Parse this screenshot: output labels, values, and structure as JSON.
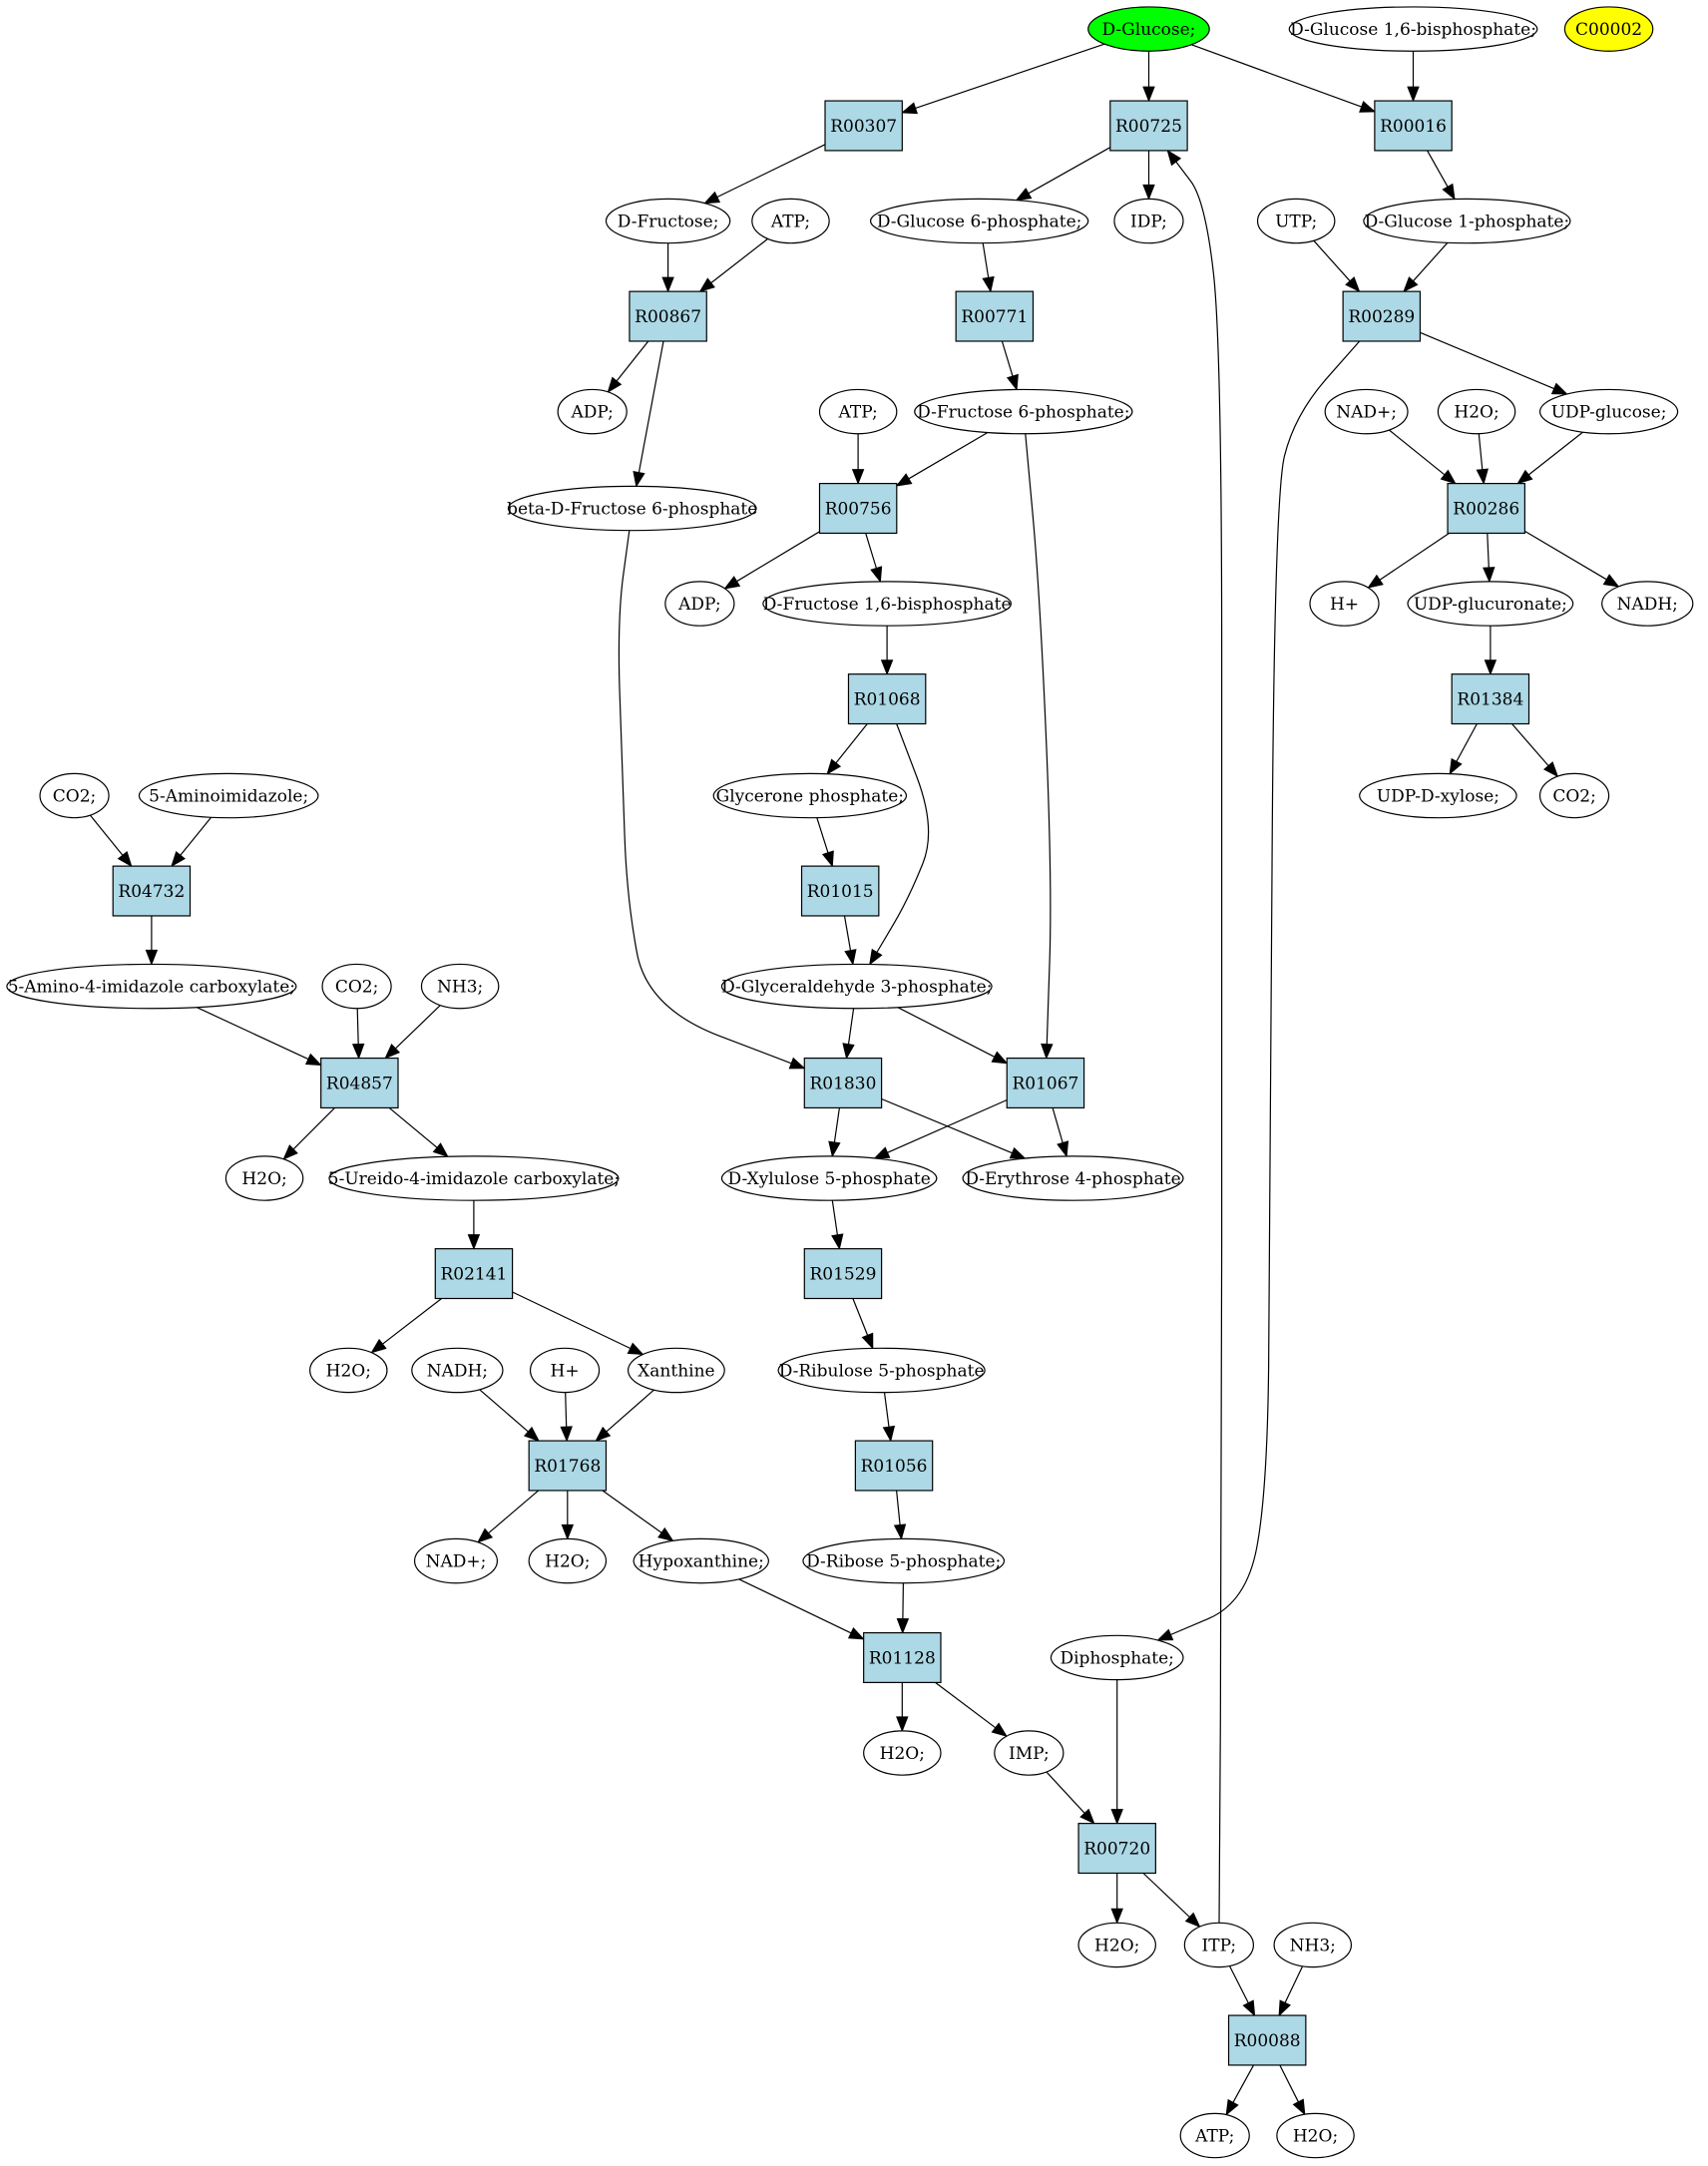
{
  "colors": {
    "reaction_fill": "#add8e6",
    "compound_fill": "#ffffff",
    "source_compound_fill": "#00ff00",
    "highlight_compound_fill": "#ffff00",
    "stroke": "#000000"
  },
  "nodes": [
    {
      "id": "n_glucose",
      "kind": "compound",
      "label": "D-Glucose;",
      "fill": "#00ff00"
    },
    {
      "id": "n_g16bp",
      "kind": "compound",
      "label": "D-Glucose 1,6-bisphosphate;"
    },
    {
      "id": "n_c00002",
      "kind": "compound",
      "label": "C00002",
      "fill": "#ffff00"
    },
    {
      "id": "r_R00307",
      "kind": "reaction",
      "label": "R00307"
    },
    {
      "id": "r_R00725",
      "kind": "reaction",
      "label": "R00725"
    },
    {
      "id": "r_R00016",
      "kind": "reaction",
      "label": "R00016"
    },
    {
      "id": "n_fructose",
      "kind": "compound",
      "label": "D-Fructose;"
    },
    {
      "id": "n_atp1",
      "kind": "compound",
      "label": "ATP;"
    },
    {
      "id": "n_g6p",
      "kind": "compound",
      "label": "D-Glucose 6-phosphate;"
    },
    {
      "id": "n_idp",
      "kind": "compound",
      "label": "IDP;"
    },
    {
      "id": "n_utp",
      "kind": "compound",
      "label": "UTP;"
    },
    {
      "id": "n_g1p",
      "kind": "compound",
      "label": "D-Glucose 1-phosphate;"
    },
    {
      "id": "r_R00867",
      "kind": "reaction",
      "label": "R00867"
    },
    {
      "id": "r_R00771",
      "kind": "reaction",
      "label": "R00771"
    },
    {
      "id": "r_R00289",
      "kind": "reaction",
      "label": "R00289"
    },
    {
      "id": "n_adp1",
      "kind": "compound",
      "label": "ADP;"
    },
    {
      "id": "n_atp2",
      "kind": "compound",
      "label": "ATP;"
    },
    {
      "id": "n_f6p",
      "kind": "compound",
      "label": "D-Fructose 6-phosphate;"
    },
    {
      "id": "n_nadp1",
      "kind": "compound",
      "label": "NAD+;"
    },
    {
      "id": "n_h2o1",
      "kind": "compound",
      "label": "H2O;"
    },
    {
      "id": "n_udpg",
      "kind": "compound",
      "label": "UDP-glucose;"
    },
    {
      "id": "n_bf6p",
      "kind": "compound",
      "label": "beta-D-Fructose 6-phosphate"
    },
    {
      "id": "r_R00756",
      "kind": "reaction",
      "label": "R00756"
    },
    {
      "id": "r_R00286",
      "kind": "reaction",
      "label": "R00286"
    },
    {
      "id": "n_adp2",
      "kind": "compound",
      "label": "ADP;"
    },
    {
      "id": "n_f16bp",
      "kind": "compound",
      "label": "D-Fructose 1,6-bisphosphate"
    },
    {
      "id": "n_hplus1",
      "kind": "compound",
      "label": "H+"
    },
    {
      "id": "n_udpglcA",
      "kind": "compound",
      "label": "UDP-glucuronate;"
    },
    {
      "id": "n_nadh1",
      "kind": "compound",
      "label": "NADH;"
    },
    {
      "id": "r_R01068",
      "kind": "reaction",
      "label": "R01068"
    },
    {
      "id": "r_R01384",
      "kind": "reaction",
      "label": "R01384"
    },
    {
      "id": "n_co2a",
      "kind": "compound",
      "label": "CO2;"
    },
    {
      "id": "n_aminoimid",
      "kind": "compound",
      "label": "5-Aminoimidazole;"
    },
    {
      "id": "n_glycerone",
      "kind": "compound",
      "label": "Glycerone phosphate;"
    },
    {
      "id": "n_udpxyl",
      "kind": "compound",
      "label": "UDP-D-xylose;"
    },
    {
      "id": "n_co2b",
      "kind": "compound",
      "label": "CO2;"
    },
    {
      "id": "r_R04732",
      "kind": "reaction",
      "label": "R04732"
    },
    {
      "id": "r_R01015",
      "kind": "reaction",
      "label": "R01015"
    },
    {
      "id": "n_aicarb",
      "kind": "compound",
      "label": "5-Amino-4-imidazole carboxylate;"
    },
    {
      "id": "n_co2c",
      "kind": "compound",
      "label": "CO2;"
    },
    {
      "id": "n_nh3a",
      "kind": "compound",
      "label": "NH3;"
    },
    {
      "id": "n_gap",
      "kind": "compound",
      "label": "D-Glyceraldehyde 3-phosphate;"
    },
    {
      "id": "r_R04857",
      "kind": "reaction",
      "label": "R04857"
    },
    {
      "id": "r_R01830",
      "kind": "reaction",
      "label": "R01830"
    },
    {
      "id": "r_R01067",
      "kind": "reaction",
      "label": "R01067"
    },
    {
      "id": "n_h2o2",
      "kind": "compound",
      "label": "H2O;"
    },
    {
      "id": "n_uicarb",
      "kind": "compound",
      "label": "5-Ureido-4-imidazole carboxylate;"
    },
    {
      "id": "n_x5p",
      "kind": "compound",
      "label": "D-Xylulose 5-phosphate"
    },
    {
      "id": "n_e4p",
      "kind": "compound",
      "label": "D-Erythrose 4-phosphate"
    },
    {
      "id": "r_R02141",
      "kind": "reaction",
      "label": "R02141"
    },
    {
      "id": "r_R01529",
      "kind": "reaction",
      "label": "R01529"
    },
    {
      "id": "n_h2o3",
      "kind": "compound",
      "label": "H2O;"
    },
    {
      "id": "n_nadh2",
      "kind": "compound",
      "label": "NADH;"
    },
    {
      "id": "n_hplus2",
      "kind": "compound",
      "label": "H+"
    },
    {
      "id": "n_xanthine",
      "kind": "compound",
      "label": "Xanthine"
    },
    {
      "id": "n_ru5p",
      "kind": "compound",
      "label": "D-Ribulose 5-phosphate"
    },
    {
      "id": "r_R01768",
      "kind": "reaction",
      "label": "R01768"
    },
    {
      "id": "r_R01056",
      "kind": "reaction",
      "label": "R01056"
    },
    {
      "id": "n_nadp2",
      "kind": "compound",
      "label": "NAD+;"
    },
    {
      "id": "n_h2o4",
      "kind": "compound",
      "label": "H2O;"
    },
    {
      "id": "n_hypox",
      "kind": "compound",
      "label": "Hypoxanthine;"
    },
    {
      "id": "n_r5p",
      "kind": "compound",
      "label": "D-Ribose 5-phosphate;"
    },
    {
      "id": "n_diphos",
      "kind": "compound",
      "label": "Diphosphate;"
    },
    {
      "id": "r_R01128",
      "kind": "reaction",
      "label": "R01128"
    },
    {
      "id": "n_h2o5",
      "kind": "compound",
      "label": "H2O;"
    },
    {
      "id": "n_imp",
      "kind": "compound",
      "label": "IMP;"
    },
    {
      "id": "r_R00720",
      "kind": "reaction",
      "label": "R00720"
    },
    {
      "id": "n_h2o6",
      "kind": "compound",
      "label": "H2O;"
    },
    {
      "id": "n_itp",
      "kind": "compound",
      "label": "ITP;"
    },
    {
      "id": "n_nh3b",
      "kind": "compound",
      "label": "NH3;"
    },
    {
      "id": "r_R00088",
      "kind": "reaction",
      "label": "R00088"
    },
    {
      "id": "n_atp3",
      "kind": "compound",
      "label": "ATP;"
    },
    {
      "id": "n_h2o7",
      "kind": "compound",
      "label": "H2O;"
    }
  ],
  "edges": [
    [
      "n_glucose",
      "r_R00307"
    ],
    [
      "n_glucose",
      "r_R00725"
    ],
    [
      "n_glucose",
      "r_R00016"
    ],
    [
      "n_g16bp",
      "r_R00016"
    ],
    [
      "r_R00307",
      "n_fructose"
    ],
    [
      "r_R00725",
      "n_g6p"
    ],
    [
      "r_R00725",
      "n_idp"
    ],
    [
      "r_R00016",
      "n_g1p"
    ],
    [
      "n_fructose",
      "r_R00867"
    ],
    [
      "n_atp1",
      "r_R00867"
    ],
    [
      "n_g6p",
      "r_R00771"
    ],
    [
      "n_utp",
      "r_R00289"
    ],
    [
      "n_g1p",
      "r_R00289"
    ],
    [
      "r_R00867",
      "n_adp1"
    ],
    [
      "r_R00867",
      "n_bf6p"
    ],
    [
      "r_R00771",
      "n_f6p"
    ],
    [
      "r_R00289",
      "n_udpg"
    ],
    [
      "r_R00289",
      "n_diphos"
    ],
    [
      "n_atp2",
      "r_R00756"
    ],
    [
      "n_f6p",
      "r_R00756"
    ],
    [
      "n_f6p",
      "r_R01067"
    ],
    [
      "n_nadp1",
      "r_R00286"
    ],
    [
      "n_h2o1",
      "r_R00286"
    ],
    [
      "n_udpg",
      "r_R00286"
    ],
    [
      "n_bf6p",
      "r_R01830"
    ],
    [
      "r_R00756",
      "n_adp2"
    ],
    [
      "r_R00756",
      "n_f16bp"
    ],
    [
      "r_R00286",
      "n_hplus1"
    ],
    [
      "r_R00286",
      "n_udpglcA"
    ],
    [
      "r_R00286",
      "n_nadh1"
    ],
    [
      "n_f16bp",
      "r_R01068"
    ],
    [
      "n_udpglcA",
      "r_R01384"
    ],
    [
      "r_R01068",
      "n_glycerone"
    ],
    [
      "r_R01068",
      "n_gap"
    ],
    [
      "r_R01384",
      "n_udpxyl"
    ],
    [
      "r_R01384",
      "n_co2b"
    ],
    [
      "n_co2a",
      "r_R04732"
    ],
    [
      "n_aminoimid",
      "r_R04732"
    ],
    [
      "n_glycerone",
      "r_R01015"
    ],
    [
      "r_R04732",
      "n_aicarb"
    ],
    [
      "r_R01015",
      "n_gap"
    ],
    [
      "n_aicarb",
      "r_R04857"
    ],
    [
      "n_co2c",
      "r_R04857"
    ],
    [
      "n_nh3a",
      "r_R04857"
    ],
    [
      "n_gap",
      "r_R01830"
    ],
    [
      "n_gap",
      "r_R01067"
    ],
    [
      "r_R04857",
      "n_h2o2"
    ],
    [
      "r_R04857",
      "n_uicarb"
    ],
    [
      "r_R01830",
      "n_x5p"
    ],
    [
      "r_R01830",
      "n_e4p"
    ],
    [
      "r_R01067",
      "n_x5p"
    ],
    [
      "r_R01067",
      "n_e4p"
    ],
    [
      "n_uicarb",
      "r_R02141"
    ],
    [
      "n_x5p",
      "r_R01529"
    ],
    [
      "r_R02141",
      "n_h2o3"
    ],
    [
      "r_R02141",
      "n_xanthine"
    ],
    [
      "r_R01529",
      "n_ru5p"
    ],
    [
      "n_nadh2",
      "r_R01768"
    ],
    [
      "n_hplus2",
      "r_R01768"
    ],
    [
      "n_xanthine",
      "r_R01768"
    ],
    [
      "n_ru5p",
      "r_R01056"
    ],
    [
      "r_R01768",
      "n_nadp2"
    ],
    [
      "r_R01768",
      "n_h2o4"
    ],
    [
      "r_R01768",
      "n_hypox"
    ],
    [
      "r_R01056",
      "n_r5p"
    ],
    [
      "n_hypox",
      "r_R01128"
    ],
    [
      "n_r5p",
      "r_R01128"
    ],
    [
      "r_R01128",
      "n_h2o5"
    ],
    [
      "r_R01128",
      "n_imp"
    ],
    [
      "n_imp",
      "r_R00720"
    ],
    [
      "n_diphos",
      "r_R00720"
    ],
    [
      "r_R00720",
      "n_h2o6"
    ],
    [
      "r_R00720",
      "n_itp"
    ],
    [
      "n_itp",
      "r_R00725"
    ],
    [
      "n_itp",
      "r_R00088"
    ],
    [
      "n_nh3b",
      "r_R00088"
    ],
    [
      "r_R00088",
      "n_atp3"
    ],
    [
      "r_R00088",
      "n_h2o7"
    ]
  ]
}
